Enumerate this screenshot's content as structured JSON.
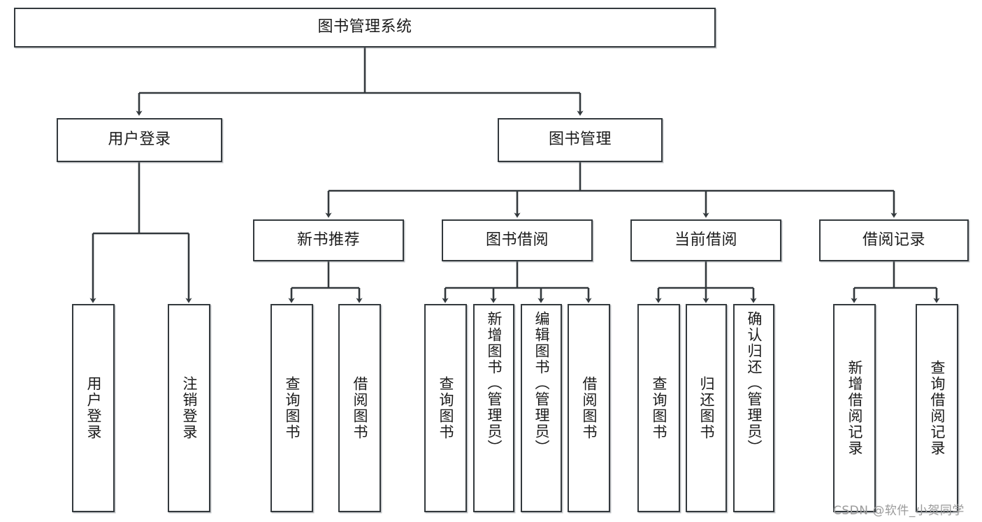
{
  "diagram": {
    "type": "tree",
    "title": "图书管理系统",
    "root": {
      "id": "root",
      "label": "图书管理系统"
    },
    "level2": [
      {
        "id": "user-login",
        "label": "用户登录"
      },
      {
        "id": "book-manage",
        "label": "图书管理"
      }
    ],
    "level3": [
      {
        "id": "new-book-rec",
        "label": "新书推荐",
        "parent": "book-manage"
      },
      {
        "id": "book-borrow",
        "label": "图书借阅",
        "parent": "book-manage"
      },
      {
        "id": "current-borrow",
        "label": "当前借阅",
        "parent": "book-manage"
      },
      {
        "id": "borrow-record",
        "label": "借阅记录",
        "parent": "book-manage"
      }
    ],
    "leaves": [
      {
        "id": "leaf-user-login",
        "label": "用户登录",
        "parent": "user-login"
      },
      {
        "id": "leaf-user-logout",
        "label": "注销登录",
        "parent": "user-login"
      },
      {
        "id": "leaf-query-book-1",
        "label": "查询图书",
        "parent": "new-book-rec"
      },
      {
        "id": "leaf-borrow-book-1",
        "label": "借阅图书",
        "parent": "new-book-rec"
      },
      {
        "id": "leaf-query-book-2",
        "label": "查询图书",
        "parent": "book-borrow"
      },
      {
        "id": "leaf-add-book",
        "label": "新增图书（管理员）",
        "parent": "book-borrow"
      },
      {
        "id": "leaf-edit-book",
        "label": "编辑图书（管理员）",
        "parent": "book-borrow"
      },
      {
        "id": "leaf-borrow-book-2",
        "label": "借阅图书",
        "parent": "book-borrow"
      },
      {
        "id": "leaf-query-book-3",
        "label": "查询图书",
        "parent": "current-borrow"
      },
      {
        "id": "leaf-return-book",
        "label": "归还图书",
        "parent": "current-borrow"
      },
      {
        "id": "leaf-confirm-return",
        "label": "确认归还（管理员）",
        "parent": "current-borrow"
      },
      {
        "id": "leaf-add-record",
        "label": "新增借阅记录",
        "parent": "borrow-record"
      },
      {
        "id": "leaf-query-record",
        "label": "查询借阅记录",
        "parent": "borrow-record"
      }
    ],
    "colors": {
      "stroke": "#33393d",
      "fill": "#ffffff",
      "text": "#1b1b1b",
      "watermark": "#9a9a9a"
    }
  },
  "watermark": {
    "text": "CSDN @软件_小贺同学"
  }
}
